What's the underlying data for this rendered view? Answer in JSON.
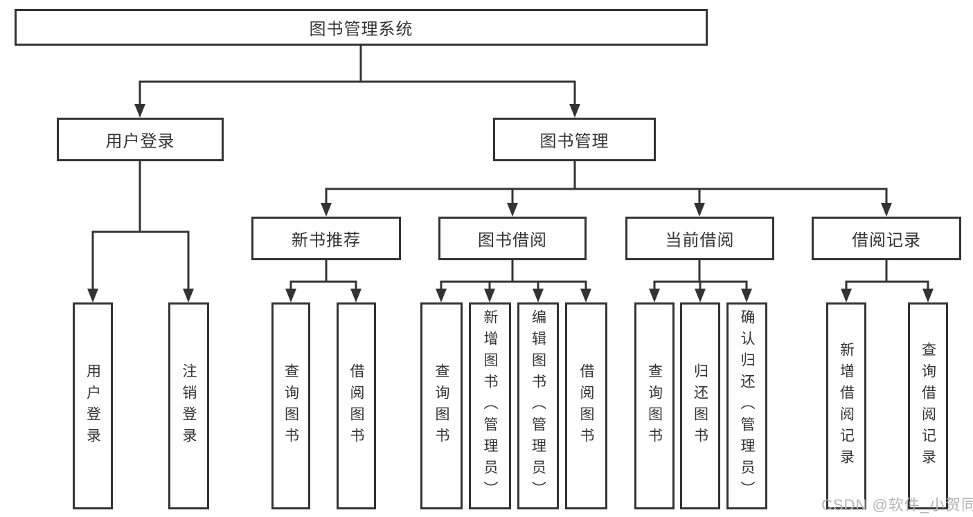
{
  "diagram": {
    "tree": {
      "label": "图书管理系统",
      "children": [
        {
          "label": "用户登录",
          "children": [
            {
              "label": "用户登录"
            },
            {
              "label": "注销登录"
            }
          ]
        },
        {
          "label": "图书管理",
          "children": [
            {
              "label": "新书推荐",
              "children": [
                {
                  "label": "查询图书"
                },
                {
                  "label": "借阅图书"
                }
              ]
            },
            {
              "label": "图书借阅",
              "children": [
                {
                  "label": "查询图书"
                },
                {
                  "label": "新增图书（管理员）"
                },
                {
                  "label": "编辑图书（管理员）"
                },
                {
                  "label": "借阅图书"
                }
              ]
            },
            {
              "label": "当前借阅",
              "children": [
                {
                  "label": "查询图书"
                },
                {
                  "label": "归还图书"
                },
                {
                  "label": "确认归还（管理员）"
                }
              ]
            },
            {
              "label": "借阅记录",
              "children": [
                {
                  "label": "新增借阅记录"
                },
                {
                  "label": "查询借阅记录"
                }
              ]
            }
          ]
        }
      ]
    },
    "colors": {
      "line": "#333333",
      "border": "#333333",
      "text": "#333333",
      "background": "#ffffff",
      "watermark": "#b4b4b4"
    }
  },
  "watermark": {
    "text": "CSDN @软件_小贺同学"
  }
}
